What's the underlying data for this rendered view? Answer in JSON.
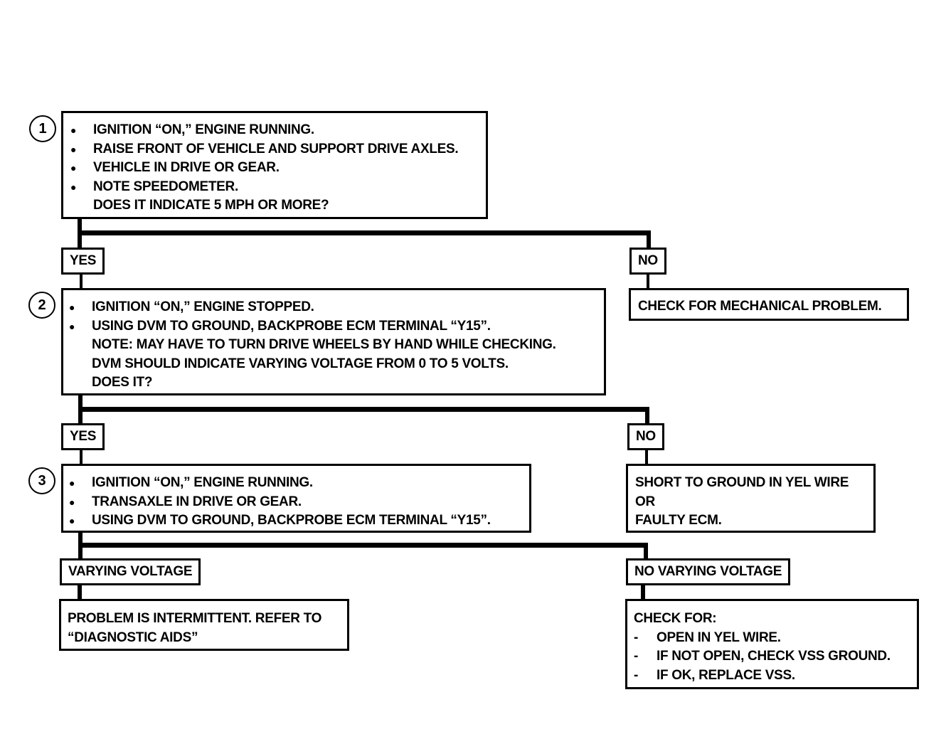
{
  "steps": [
    {
      "number": "1",
      "bullets": [
        "IGNITION “ON,” ENGINE RUNNING.",
        "RAISE FRONT OF VEHICLE AND SUPPORT DRIVE AXLES.",
        "VEHICLE IN DRIVE OR GEAR.",
        "NOTE SPEEDOMETER."
      ],
      "question": "DOES IT INDICATE 5 MPH OR MORE?"
    },
    {
      "number": "2",
      "bullets": [
        "IGNITION “ON,” ENGINE STOPPED.",
        "USING DVM TO GROUND, BACKPROBE ECM TERMINAL “Y15”."
      ],
      "notes": [
        "NOTE:  MAY HAVE TO TURN DRIVE WHEELS BY HAND WHILE CHECKING.",
        "DVM SHOULD INDICATE VARYING VOLTAGE FROM 0 TO 5 VOLTS.",
        "DOES IT?"
      ]
    },
    {
      "number": "3",
      "bullets": [
        "IGNITION “ON,” ENGINE RUNNING.",
        "TRANSAXLE IN DRIVE OR GEAR.",
        "USING DVM TO GROUND, BACKPROBE ECM TERMINAL “Y15”."
      ]
    }
  ],
  "branches": {
    "yes1": "YES",
    "no1": "NO",
    "yes2": "YES",
    "no2": "NO",
    "varying": "VARYING VOLTAGE",
    "no_varying": "NO VARYING VOLTAGE"
  },
  "results": {
    "mechanical": "CHECK FOR MECHANICAL PROBLEM.",
    "short_ground": [
      "SHORT TO GROUND IN YEL WIRE",
      "OR",
      "FAULTY ECM."
    ],
    "intermittent": [
      "PROBLEM IS INTERMITTENT.  REFER TO",
      "“DIAGNOSTIC AIDS”"
    ],
    "check_for": {
      "title": "CHECK FOR:",
      "items": [
        "OPEN IN YEL WIRE.",
        "IF NOT OPEN, CHECK VSS GROUND.",
        "IF OK, REPLACE VSS."
      ]
    }
  }
}
